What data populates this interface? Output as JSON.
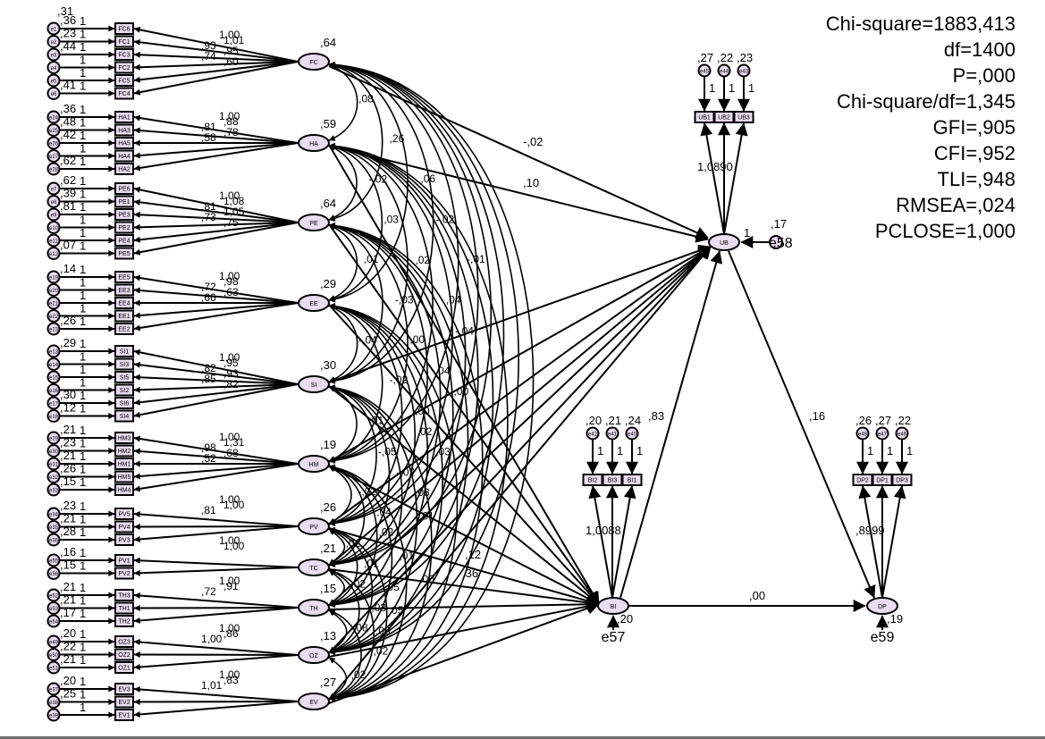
{
  "fit_indices": [
    {
      "label": "Chi-square",
      "value": "1883,413"
    },
    {
      "label": "df",
      "value": "1400"
    },
    {
      "label": "P",
      "value": ",000"
    },
    {
      "label": "Chi-square/df",
      "value": "1,345"
    },
    {
      "label": "GFI",
      "value": ",905"
    },
    {
      "label": "CFI",
      "value": ",952"
    },
    {
      "label": "TLI",
      "value": ",948"
    },
    {
      "label": "RMSEA",
      "value": ",024"
    },
    {
      "label": "PCLOSE",
      "value": "1,000"
    }
  ],
  "colors": {
    "node_fill": "#e9dcf0",
    "stroke": "#000000",
    "footer_rule": "#6e6e6e"
  },
  "exogenous": [
    {
      "name": "FC",
      "variance": ",64",
      "indicators": [
        {
          "label": "FC6",
          "error": "e1",
          "evar": ",36",
          "loading": "1,00"
        },
        {
          "label": "FC1",
          "error": "e2",
          "evar": ",23",
          "loading": "1,01"
        },
        {
          "label": "FC3",
          "error": "e3",
          "evar": ",44",
          "loading": ",93"
        },
        {
          "label": "FC2",
          "error": "e4",
          "evar": "",
          "loading": ",95"
        },
        {
          "label": "FC5",
          "error": "e5",
          "evar": "",
          "loading": ",74"
        },
        {
          "label": "FC4",
          "error": "e6",
          "evar": ",41",
          "loading": ",60"
        }
      ],
      "top_label": ",31"
    },
    {
      "name": "HA",
      "variance": ",59",
      "indicators": [
        {
          "label": "HA1",
          "error": "e24",
          "evar": ",36",
          "loading": "1,00"
        },
        {
          "label": "HA3",
          "error": "e25",
          "evar": ",48",
          "loading": ",88"
        },
        {
          "label": "HA5",
          "error": "e26",
          "evar": ",42",
          "loading": ",81"
        },
        {
          "label": "HA4",
          "error": "e27",
          "evar": "",
          "loading": ",78"
        },
        {
          "label": "HA2",
          "error": "e28",
          "evar": ",62",
          "loading": ",58"
        }
      ]
    },
    {
      "name": "PE",
      "variance": ",64",
      "indicators": [
        {
          "label": "PE6",
          "error": "e7",
          "evar": ",62",
          "loading": "1,00"
        },
        {
          "label": "PE1",
          "error": "e8",
          "evar": ",39",
          "loading": "1,08"
        },
        {
          "label": "PE3",
          "error": "e9",
          "evar": ",81",
          "loading": ",81"
        },
        {
          "label": "PE2",
          "error": "e10",
          "evar": "",
          "loading": "1,05"
        },
        {
          "label": "PE4",
          "error": "e11",
          "evar": "",
          "loading": ",73"
        },
        {
          "label": "PE5",
          "error": "e12",
          "evar": ",07",
          "loading": ",75"
        }
      ]
    },
    {
      "name": "EE",
      "variance": ",29",
      "indicators": [
        {
          "label": "EE5",
          "error": "e19",
          "evar": ",14",
          "loading": "1,00"
        },
        {
          "label": "EE3",
          "error": "e20",
          "evar": "",
          "loading": ",98"
        },
        {
          "label": "EE4",
          "error": "e21",
          "evar": "",
          "loading": ",72"
        },
        {
          "label": "EE1",
          "error": "e22",
          "evar": "",
          "loading": ",63"
        },
        {
          "label": "EE2",
          "error": "e23",
          "evar": ",26",
          "loading": ",66"
        }
      ],
      "ecov": ",03"
    },
    {
      "name": "SI",
      "variance": ",30",
      "indicators": [
        {
          "label": "SI1",
          "error": "e13",
          "evar": ",29",
          "loading": "1,00"
        },
        {
          "label": "SI3",
          "error": "e14",
          "evar": "",
          "loading": ",95"
        },
        {
          "label": "SI5",
          "error": "e15",
          "evar": "",
          "loading": ",82"
        },
        {
          "label": "SI2",
          "error": "e16",
          "evar": "",
          "loading": ",93"
        },
        {
          "label": "SI6",
          "error": "e17",
          "evar": ",30",
          "loading": ",85"
        },
        {
          "label": "SI4",
          "error": "e18",
          "evar": ",12",
          "loading": ",82"
        }
      ]
    },
    {
      "name": "HM",
      "variance": ",19",
      "indicators": [
        {
          "label": "HM3",
          "error": "e29",
          "evar": ",21",
          "loading": "1,00"
        },
        {
          "label": "HM2",
          "error": "e30",
          "evar": ",23",
          "loading": "1,31"
        },
        {
          "label": "HM1",
          "error": "e31",
          "evar": ",21",
          "loading": ",98"
        },
        {
          "label": "HM5",
          "error": "e32",
          "evar": ",26",
          "loading": ",68"
        },
        {
          "label": "HM4",
          "error": "e33",
          "evar": ",15",
          "loading": ",52"
        }
      ]
    },
    {
      "name": "PV",
      "variance": ",26",
      "indicators": [
        {
          "label": "PV5",
          "error": "e34",
          "evar": ",23",
          "loading": "1,00"
        },
        {
          "label": "PV4",
          "error": "e35",
          "evar": ",21",
          "loading": "1,00"
        },
        {
          "label": "PV3",
          "error": "e36",
          "evar": ",28",
          "loading": ",81"
        }
      ]
    },
    {
      "name": "TC",
      "variance": ",21",
      "indicators": [
        {
          "label": "PV1",
          "error": "e55",
          "evar": ",16",
          "loading": "1,00"
        },
        {
          "label": "PV2",
          "error": "e56",
          "evar": ",15",
          "loading": "1,00"
        }
      ]
    },
    {
      "name": "TH",
      "variance": ",15",
      "indicators": [
        {
          "label": "TH3",
          "error": "e52",
          "evar": ",21",
          "loading": "1,00"
        },
        {
          "label": "TH1",
          "error": "e53",
          "evar": ",21",
          "loading": ",91"
        },
        {
          "label": "TH2",
          "error": "e54",
          "evar": ",17",
          "loading": ",72"
        }
      ]
    },
    {
      "name": "OZ",
      "variance": ",13",
      "indicators": [
        {
          "label": "OZ3",
          "error": "e49",
          "evar": ",20",
          "loading": "1,00"
        },
        {
          "label": "OZ2",
          "error": "e50",
          "evar": ",22",
          "loading": ",86"
        },
        {
          "label": "OZ1",
          "error": "e51",
          "evar": ",21",
          "loading": "1,00"
        }
      ]
    },
    {
      "name": "EV",
      "variance": ",27",
      "indicators": [
        {
          "label": "EV3",
          "error": "e37",
          "evar": ",20",
          "loading": "1,00"
        },
        {
          "label": "EV2",
          "error": "e38",
          "evar": ",25",
          "loading": ",83"
        },
        {
          "label": "EV1",
          "error": "e39",
          "evar": "",
          "loading": "1,01"
        }
      ]
    }
  ],
  "covariance_labels": [
    ",08",
    ",26",
    ",06",
    "-,02",
    "-,01",
    "-,02",
    ",03",
    ",02",
    ",04",
    "-,04",
    ",01",
    "-,03",
    ",00",
    ",04",
    ",00",
    "-,04",
    "-,02",
    ",00",
    ",02",
    ",03",
    ",01",
    "-,05",
    "-,02",
    ",03",
    ",01",
    "-,02",
    ",04",
    ",02",
    ",01",
    ",00",
    ",02",
    ",01",
    ",05",
    ",05",
    ",02",
    ",03",
    ",03",
    ",08",
    ",02",
    "-,02",
    ",00",
    "-,02",
    "-,02",
    ",01",
    ",04",
    ",04",
    ",02"
  ],
  "endogenous": {
    "UB": {
      "name": "UB",
      "disturbance": "e58",
      "dvar": ",17",
      "indicators": [
        {
          "label": "UB1",
          "error": "e45",
          "evar": ",27"
        },
        {
          "label": "UB2",
          "error": "e44",
          "evar": ",22"
        },
        {
          "label": "UB3",
          "error": "e43",
          "evar": ",23"
        }
      ],
      "loading_text": "1,0890",
      "path_fix": "1"
    },
    "BI": {
      "name": "BI",
      "disturbance": "e57",
      "dvar": ",20",
      "indicators": [
        {
          "label": "BI2",
          "error": "e42",
          "evar": ",20"
        },
        {
          "label": "BI3",
          "error": "e41",
          "evar": ",21"
        },
        {
          "label": "BI1",
          "error": "e40",
          "evar": ",24"
        }
      ],
      "loading_text": "1,0088"
    },
    "DP": {
      "name": "DP",
      "disturbance": "e59",
      "dvar": ",19",
      "indicators": [
        {
          "label": "DP2",
          "error": "e48",
          "evar": ",26"
        },
        {
          "label": "DP1",
          "error": "e47",
          "evar": ",27"
        },
        {
          "label": "DP3",
          "error": "e46",
          "evar": ",22"
        }
      ],
      "loading_text": ",8999"
    }
  },
  "structural_paths": [
    {
      "from": "FC",
      "to": "UB",
      "coef": "-,02"
    },
    {
      "from": "HA",
      "to": "UB",
      "coef": ",10"
    },
    {
      "from": "BI",
      "to": "UB",
      "coef": ",83"
    },
    {
      "from": "UB",
      "to": "DP",
      "coef": ",16"
    },
    {
      "from": "BI",
      "to": "DP",
      "coef": ",00"
    },
    {
      "from": "TC",
      "to": "BI",
      "coef": ",36"
    },
    {
      "from": "PV",
      "to": "BI",
      "coef": ",12"
    },
    {
      "from": "HM",
      "to": "BI",
      "coef": ",08"
    },
    {
      "from": "SI",
      "to": "BI",
      "coef": ",03"
    }
  ],
  "fixed_one": "1"
}
